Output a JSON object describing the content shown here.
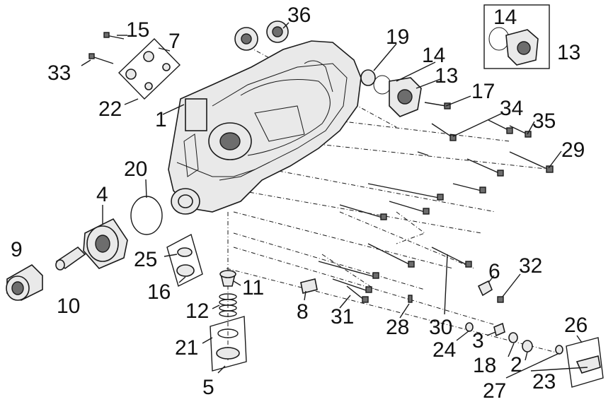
{
  "diagram": {
    "callouts": [
      "1",
      "2",
      "3",
      "4",
      "5",
      "6",
      "7",
      "8",
      "9",
      "10",
      "11",
      "12",
      "13",
      "14",
      "15",
      "16",
      "17",
      "18",
      "19",
      "20",
      "21",
      "22",
      "23",
      "24",
      "25",
      "26",
      "27",
      "28",
      "29",
      "30",
      "31",
      "32",
      "33",
      "34",
      "35",
      "36"
    ],
    "inset_callouts": [
      "14",
      "13"
    ],
    "colors": {
      "line": "#1a1a1a",
      "part_fill": "#e9e9e9",
      "dark_fill": "#6d6d6d",
      "background": "#ffffff"
    }
  }
}
